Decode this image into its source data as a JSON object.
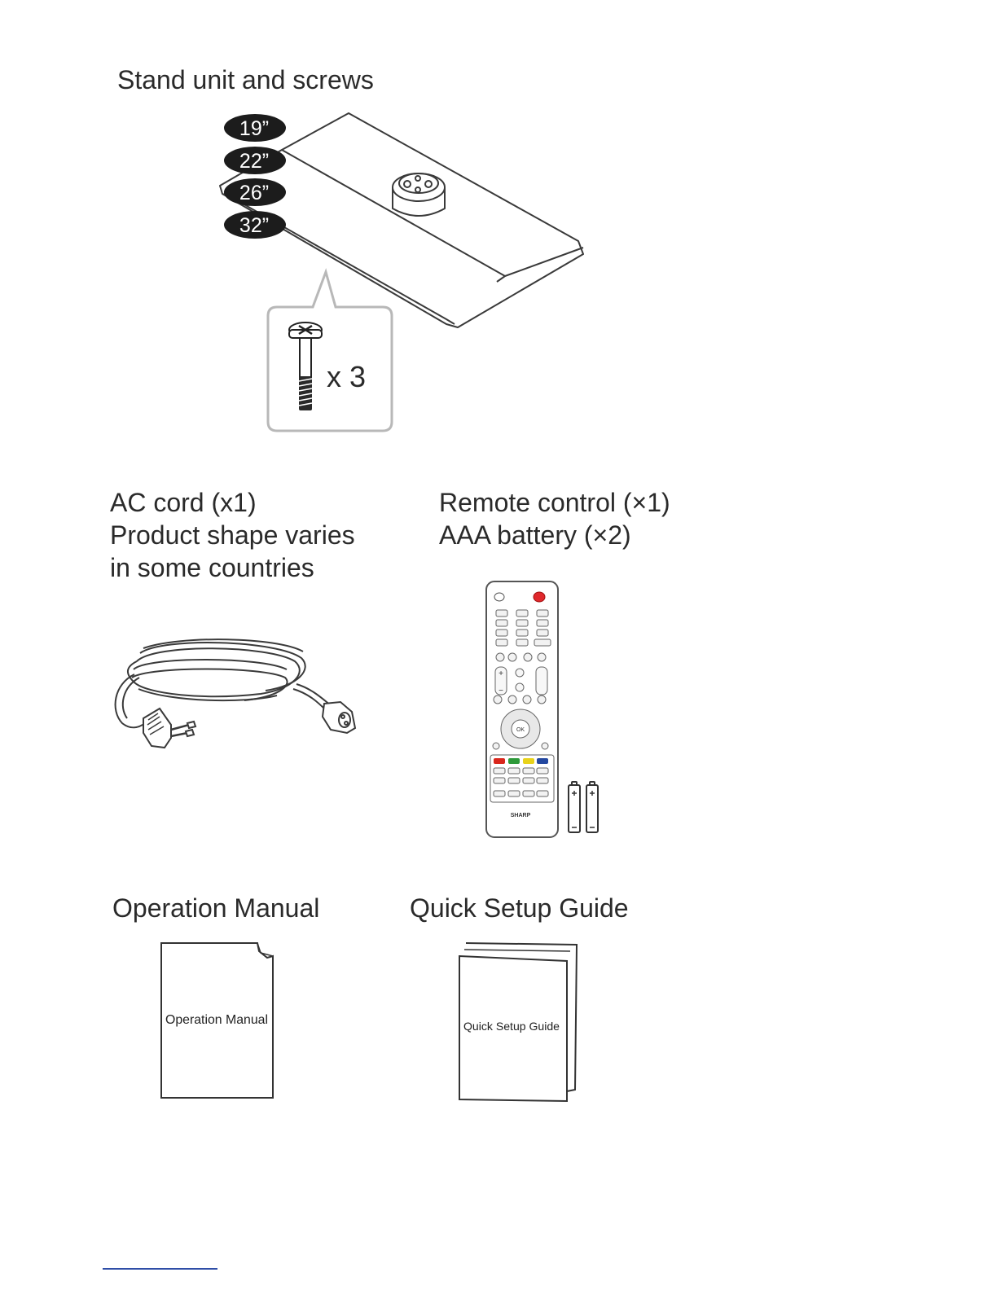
{
  "stand": {
    "title": "Stand unit and screws",
    "sizes": [
      "19”",
      "22”",
      "26”",
      "32”"
    ],
    "screw_count": "x 3"
  },
  "ac_cord": {
    "lines": [
      "AC cord (x1)",
      "Product shape varies",
      "in some countries"
    ]
  },
  "remote": {
    "lines": [
      "Remote control (×1)",
      "AAA battery (×2)"
    ],
    "brand": "SHARP"
  },
  "manual": {
    "title": "Operation Manual",
    "cover_text": "Operation Manual"
  },
  "guide": {
    "title": "Quick Setup Guide",
    "cover_text": "Quick Setup Guide"
  },
  "colors": {
    "line": "#3a3a3a",
    "badge": "#1c1c1c",
    "callout": "#b8b8b8",
    "power_button": "#e0282c",
    "key_red": "#d9261c",
    "key_green": "#2e9a3a",
    "key_yellow": "#e8d21a",
    "key_blue": "#2448a0",
    "footer_rule": "#2f4ea7"
  }
}
